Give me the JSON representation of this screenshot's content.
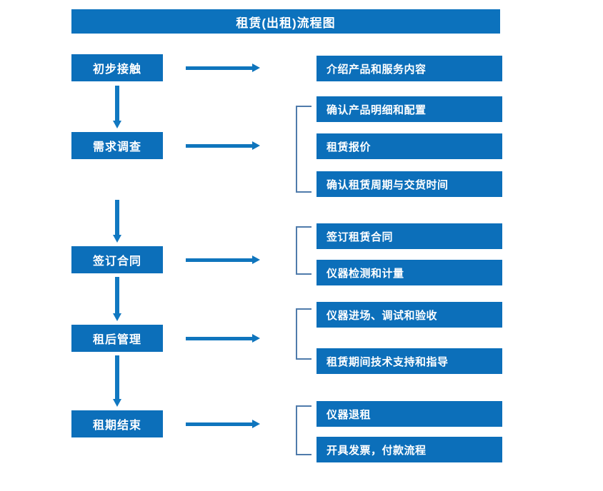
{
  "chart_data": {
    "type": "diagram",
    "title": "租赁(出租)流程图",
    "diagram_kind": "flowchart",
    "orientation": "vertical-with-right-branches"
  },
  "header": {
    "title": "租赁(出租)流程图"
  },
  "colors": {
    "box_blue": "#0c6fba",
    "banner_blue": "#0c72bd",
    "arrow_blue": "#0f75bd",
    "vertical_arrow_blue": "#1178c1",
    "bracket_line": "#4f7bab",
    "text_on_box": "#ffffff",
    "background": "#ffffff"
  },
  "stages": [
    {
      "label": "初步接触"
    },
    {
      "label": "需求调查"
    },
    {
      "label": "签订合同"
    },
    {
      "label": "租后管理"
    },
    {
      "label": "租期结束"
    }
  ],
  "details": [
    {
      "label": "介绍产品和服务内容"
    },
    {
      "label": "确认产品明细和配置"
    },
    {
      "label": "租赁报价"
    },
    {
      "label": "确认租赁周期与交货时间"
    },
    {
      "label": "签订租赁合同"
    },
    {
      "label": "仪器检测和计量"
    },
    {
      "label": "仪器进场、调试和验收"
    },
    {
      "label": "租赁期间技术支持和指导"
    },
    {
      "label": "仪器退租"
    },
    {
      "label": "开具发票，付款流程"
    }
  ],
  "groups": [
    {
      "stage": "初步接触",
      "detail_labels": [
        "介绍产品和服务内容"
      ]
    },
    {
      "stage": "需求调查",
      "detail_labels": [
        "确认产品明细和配置",
        "租赁报价",
        "确认租赁周期与交货时间"
      ]
    },
    {
      "stage": "签订合同",
      "detail_labels": [
        "签订租赁合同",
        "仪器检测和计量"
      ]
    },
    {
      "stage": "租后管理",
      "detail_labels": [
        "仪器进场、调试和验收",
        "租赁期间技术支持和指导"
      ]
    },
    {
      "stage": "租期结束",
      "detail_labels": [
        "仪器退租",
        "开具发票，付款流程"
      ]
    }
  ],
  "icons": {
    "flow_arrow_down": "down-arrow-icon",
    "flow_arrow_right": "right-arrow-icon",
    "group_bracket": "bracket-icon"
  }
}
